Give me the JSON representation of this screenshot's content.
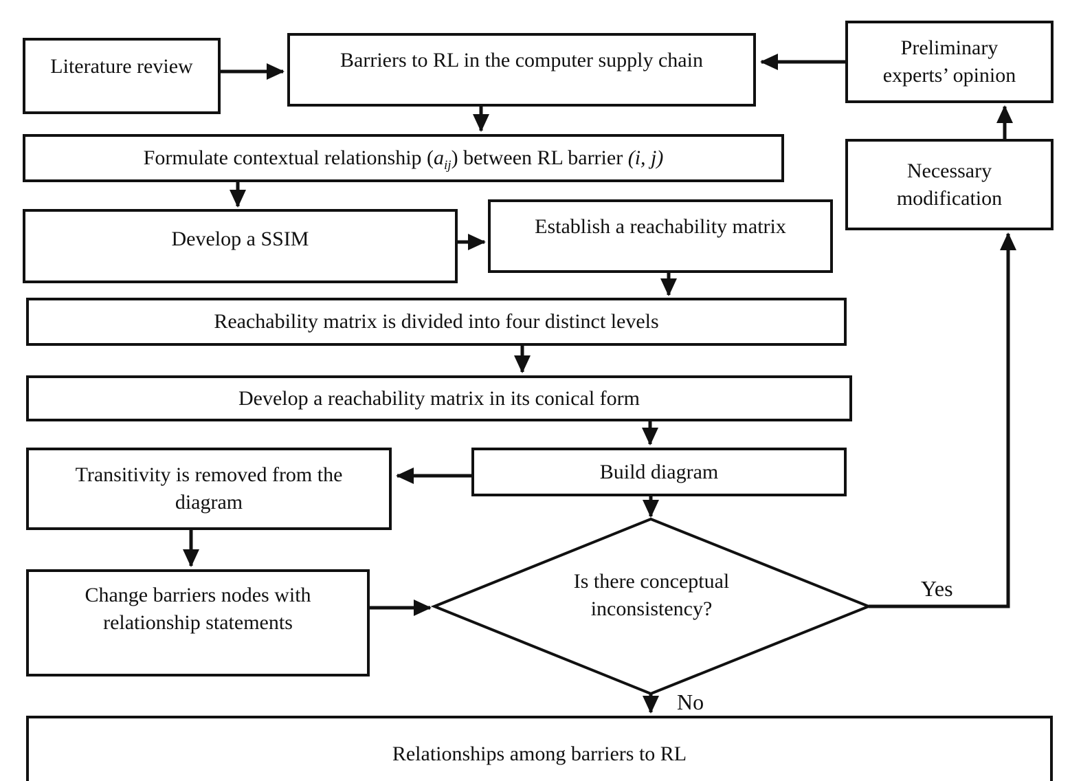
{
  "figure": {
    "type": "flowchart",
    "background_color": "#ffffff",
    "line_color": "#111111"
  },
  "nodes": {
    "literature": {
      "label": "Literature review"
    },
    "barriers": {
      "label": "Barriers to RL in the computer supply chain"
    },
    "preliminary": {
      "label": [
        "Preliminary",
        "experts’ opinion"
      ]
    },
    "formulate": {
      "parts": {
        "pre": "Formulate contextual relationship (",
        "var": "a",
        "sub": "ij",
        "mid": ") between RL barrier ",
        "post": "(i, j)"
      }
    },
    "ssim": {
      "label": "Develop a SSIM"
    },
    "establish": {
      "label": "Establish a reachability matrix"
    },
    "levels": {
      "label": "Reachability matrix is divided into four distinct levels"
    },
    "conical": {
      "label": "Develop a reachability matrix in its conical form"
    },
    "build": {
      "label": "Build diagram"
    },
    "transitivity": {
      "label": [
        "Transitivity is removed from the",
        "diagram"
      ]
    },
    "change": {
      "label": [
        "Change barriers nodes with",
        "relationship statements"
      ]
    },
    "necessary": {
      "label": [
        "Necessary",
        "modification"
      ]
    },
    "relationships": {
      "label": "Relationships among barriers to RL"
    }
  },
  "decision": {
    "label": [
      "Is there conceptual",
      "inconsistency?"
    ]
  },
  "edge_labels": {
    "yes": "Yes",
    "no": "No"
  }
}
